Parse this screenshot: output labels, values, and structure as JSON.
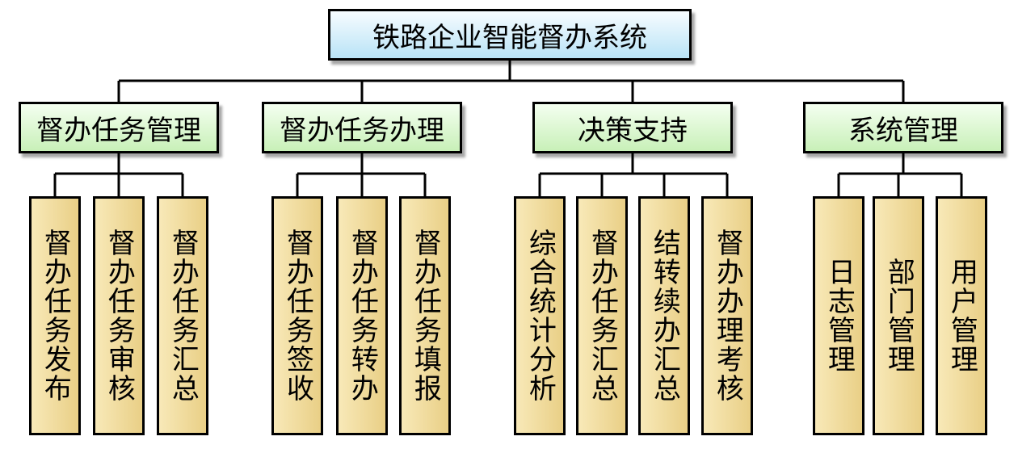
{
  "title": "铁路企业智能督办系统",
  "modules": [
    {
      "label": "督办任务管理",
      "children": [
        "督办任务发布",
        "督办任务审核",
        "督办任务汇总"
      ]
    },
    {
      "label": "督办任务办理",
      "children": [
        "督办任务签收",
        "督办任务转办",
        "督办任务填报"
      ]
    },
    {
      "label": "决策支持",
      "children": [
        "综合统计分析",
        "督办任务汇总",
        "结转续办汇总",
        "督办办理考核"
      ]
    },
    {
      "label": "系统管理",
      "children": [
        "日志管理",
        "部门管理",
        "用户管理"
      ]
    }
  ]
}
